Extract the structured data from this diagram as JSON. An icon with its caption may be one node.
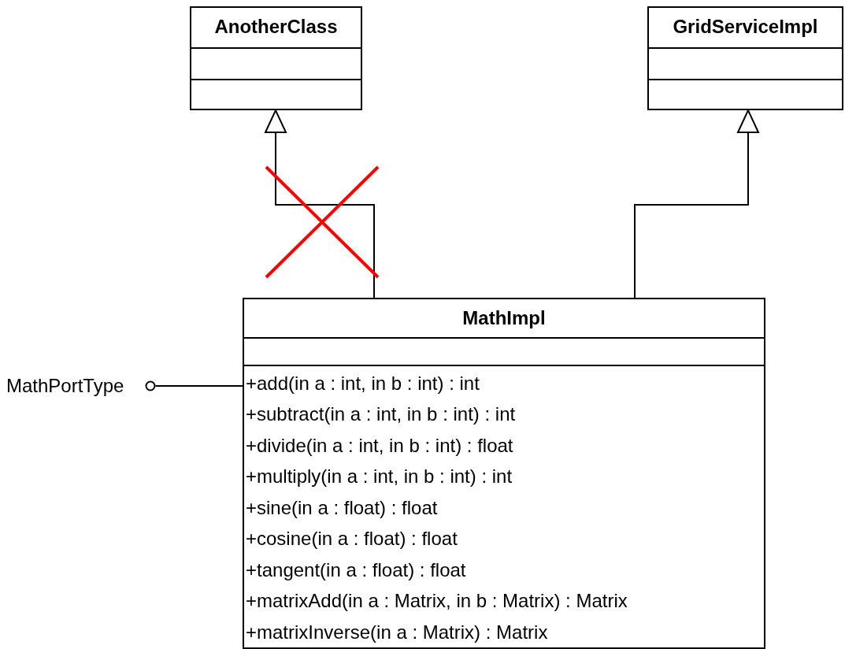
{
  "diagram": {
    "nodes": [
      {
        "text": [
          "AnotherClass"
        ]
      },
      {
        "text": [
          "GridServiceImpl"
        ]
      },
      {
        "text": [
          "MathImpl",
          "+add(in a : int, in b : int) : int",
          "+subtract(in a : int, in b : int) : int",
          "+divide(in a : int, in b : int) : float",
          "+multiply(in a : int, in b : int) : int",
          "+sine(in a : float) : float",
          "+cosine(in a : float) : float",
          "+tangent(in a : float) : float",
          "+matrixAdd(in a : Matrix, in b : Matrix) : Matrix",
          "+matrixInverse(in a : Matrix) : Matrix"
        ]
      },
      {
        "text": [
          "MathPortType"
        ]
      }
    ],
    "edges": [
      {
        "from": 2,
        "to": 0,
        "arrow": "to"
      },
      {
        "from": 2,
        "to": 1,
        "arrow": "to"
      },
      {
        "from": 2,
        "to": 3,
        "arrow": "none"
      }
    ]
  }
}
